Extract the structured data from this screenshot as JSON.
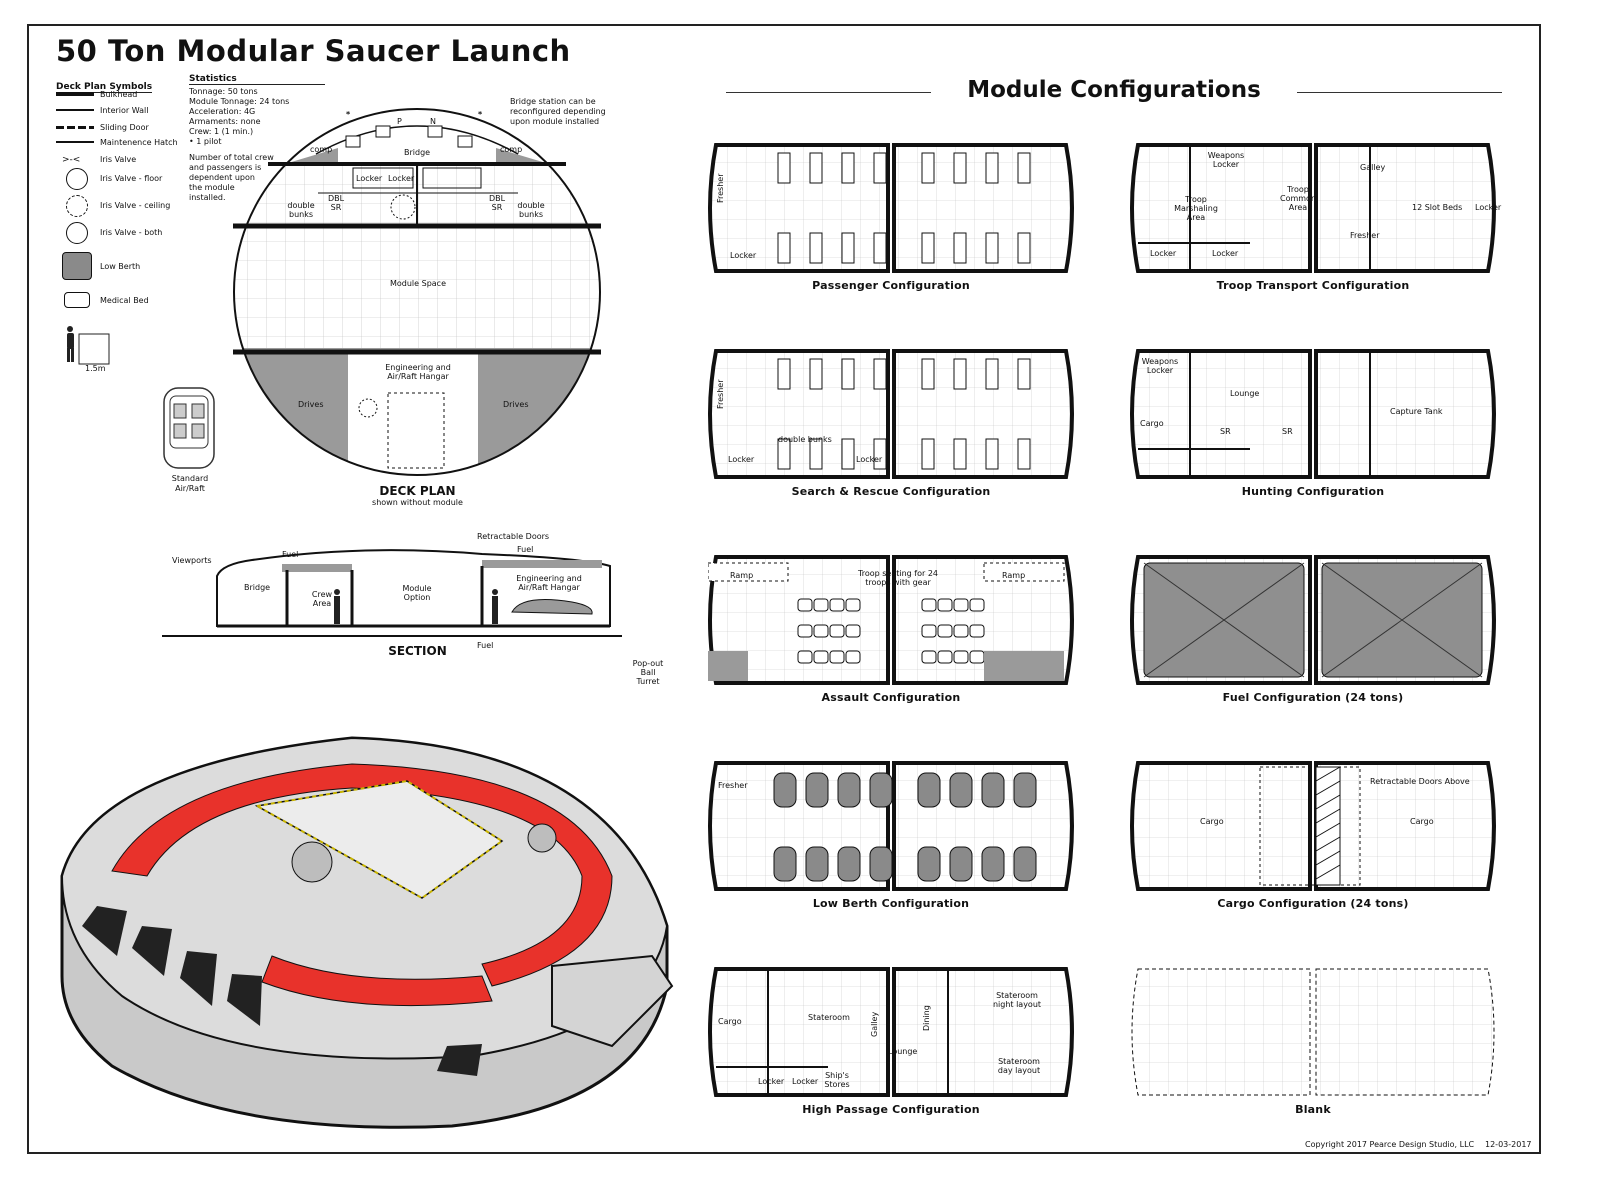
{
  "title": "50 Ton Modular Saucer Launch",
  "symbols": {
    "heading": "Deck Plan Symbols",
    "items": [
      "Bulkhead",
      "Interior Wall",
      "Sliding Door",
      "Maintenence Hatch",
      "Iris Valve",
      "Iris Valve - floor",
      "Iris Valve - ceiling",
      "Iris Valve - both",
      "Low Berth",
      "Medical Bed"
    ],
    "scale": "1.5m"
  },
  "statistics": {
    "heading": "Statistics",
    "lines": [
      "Tonnage: 50 tons",
      "Module Tonnage: 24 tons",
      "Acceleration: 4G",
      "Armaments: none",
      "Crew: 1 (1 min.)",
      "•  1 pilot"
    ],
    "note": [
      "Number of total crew",
      "and passengers is",
      "dependent upon",
      "the module",
      "installed."
    ],
    "bridge_note": [
      "Bridge station can be",
      "reconfigured depending",
      "upon module installed"
    ]
  },
  "deckplan": {
    "stations": [
      "*",
      "P",
      "N",
      "*"
    ],
    "rooms": [
      "comp",
      "Bridge",
      "comp",
      "Locker",
      "Locker",
      "double bunks",
      "DBL SR",
      "DBL SR",
      "double bunks",
      "Module Space",
      "Engineering and Air/Raft Hangar",
      "Drives",
      "Drives"
    ],
    "caption": "DECK PLAN",
    "subcaption": "shown without module",
    "raft_label": [
      "Standard",
      "Air/Raft"
    ]
  },
  "section": {
    "labels": [
      "Viewports",
      "Fuel",
      "Retractable Doors",
      "Fuel",
      "Bridge",
      "Crew Area",
      "Module Option",
      "Engineering and Air/Raft Hangar",
      "Fuel"
    ],
    "caption": "SECTION"
  },
  "modules_heading": "Module Configurations",
  "modules": [
    {
      "name": "Passenger Configuration",
      "labels": [
        "Fresher",
        "Locker"
      ]
    },
    {
      "name": "Troop Transport Configuration",
      "labels": [
        "Weapons Locker",
        "Galley",
        "Troop Marshaling Area",
        "Troop Common Area",
        "12 Slot Beds",
        "Locker",
        "Fresher",
        "Locker",
        "Locker"
      ]
    },
    {
      "name": "Search & Rescue Configuration",
      "labels": [
        "Fresher",
        "double bunks",
        "Locker",
        "Locker"
      ]
    },
    {
      "name": "Hunting Configuration",
      "labels": [
        "Weapons Locker",
        "Lounge",
        "Cargo",
        "SR",
        "SR",
        "Capture Tank"
      ]
    },
    {
      "name": "Assault Configuration",
      "labels": [
        "Ramp",
        "Troop seating for 24 troops with gear",
        "Ramp",
        "Pop-out Ball Turret"
      ]
    },
    {
      "name": "Fuel Configuration (24 tons)",
      "labels": []
    },
    {
      "name": "Low Berth Configuration",
      "labels": [
        "Fresher"
      ]
    },
    {
      "name": "Cargo Configuration (24 tons)",
      "labels": [
        "Cargo",
        "Cargo",
        "Retractable Doors Above"
      ]
    },
    {
      "name": "High Passage Configuration",
      "labels": [
        "Cargo",
        "Stateroom",
        "Galley",
        "Dining",
        "Stateroom night layout",
        "Lounge",
        "Stateroom day layout",
        "Locker",
        "Locker",
        "Ship's Stores"
      ]
    },
    {
      "name": "Blank",
      "labels": []
    }
  ],
  "footer": {
    "copyright": "Copyright 2017 Pearce Design Studio, LLC",
    "date": "12-03-2017"
  },
  "colors": {
    "accent_red": "#e8322b",
    "hull_grey": "#c9c9c9",
    "dark_grey": "#8a8a8a",
    "line": "#111111"
  }
}
